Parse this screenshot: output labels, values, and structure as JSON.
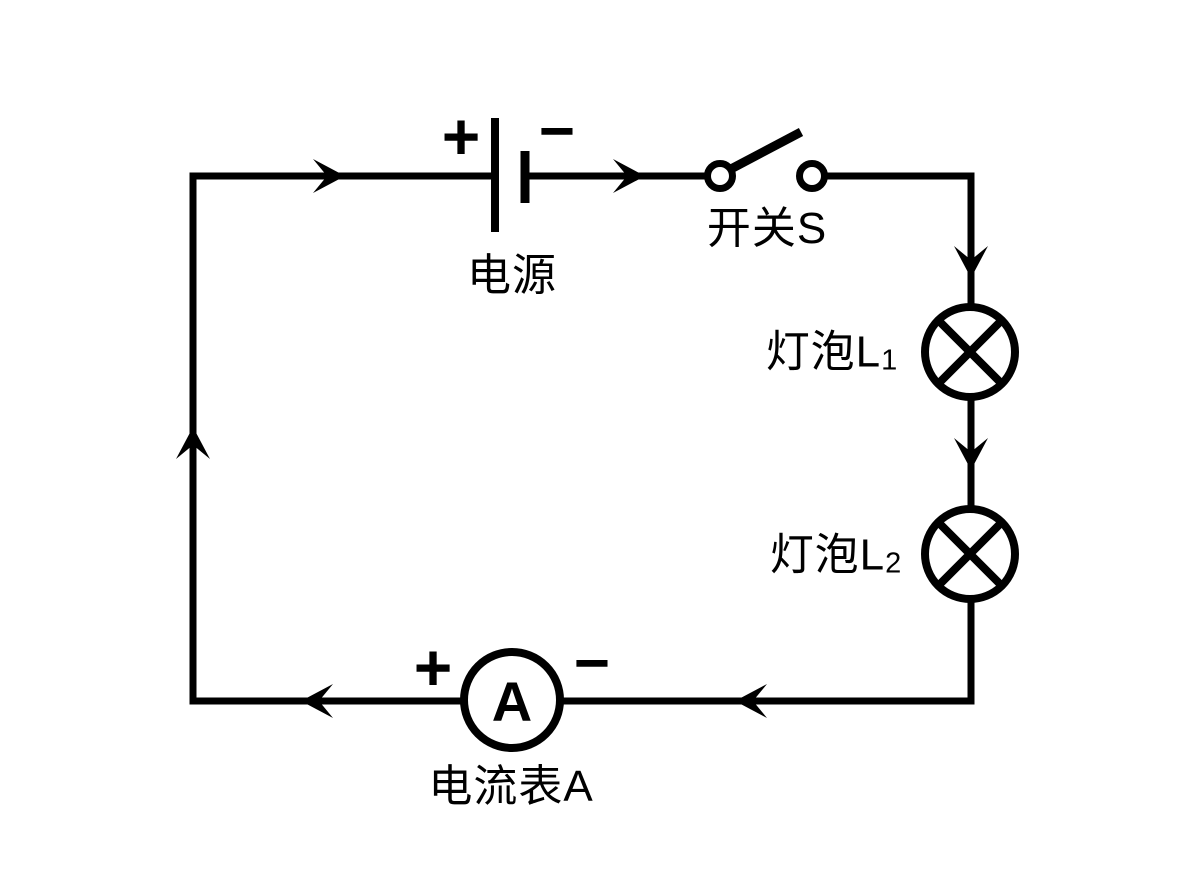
{
  "colors": {
    "background": "#ffffff",
    "ink": "#000000"
  },
  "circuit": {
    "type": "series-circuit-diagram",
    "current_direction": "clockwise",
    "battery": {
      "label": "电源",
      "plus": "+",
      "minus": "−"
    },
    "switch": {
      "label": "开关S",
      "state": "open"
    },
    "bulb1": {
      "label_text": "灯泡L",
      "label_sub": "1"
    },
    "bulb2": {
      "label_text": "灯泡L",
      "label_sub": "2"
    },
    "ammeter": {
      "label": "电流表A",
      "dial_letter": "A",
      "plus": "+",
      "minus": "−"
    }
  }
}
